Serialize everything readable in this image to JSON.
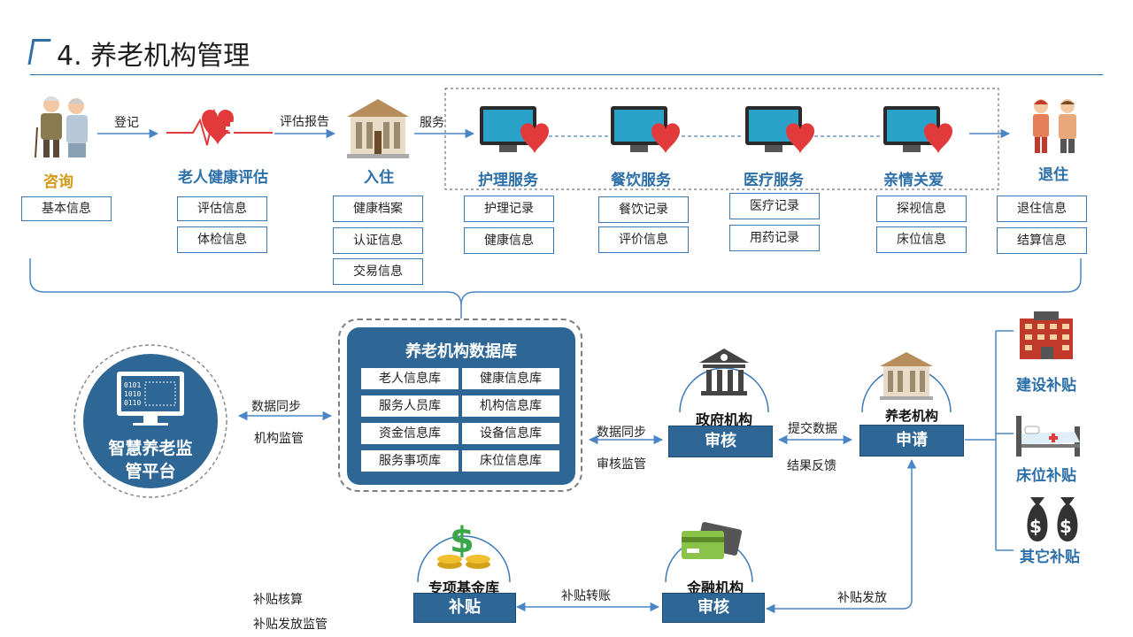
{
  "title": "4. 养老机构管理",
  "flow": {
    "stages": [
      {
        "label": "咨询",
        "boxes": [
          "基本信息"
        ]
      },
      {
        "label": "老人健康评估",
        "boxes": [
          "评估信息",
          "体检信息"
        ]
      },
      {
        "label": "入住",
        "boxes": [
          "健康档案",
          "认证信息",
          "交易信息"
        ]
      },
      {
        "label": "护理服务",
        "boxes": [
          "护理记录",
          "健康信息"
        ]
      },
      {
        "label": "餐饮服务",
        "boxes": [
          "餐饮记录",
          "评价信息"
        ]
      },
      {
        "label": "医疗服务",
        "boxes": [
          "医疗记录",
          "用药记录"
        ]
      },
      {
        "label": "亲情关爱",
        "boxes": [
          "探视信息",
          "床位信息"
        ]
      },
      {
        "label": "退住",
        "boxes": [
          "退住信息",
          "结算信息"
        ]
      }
    ],
    "arrows": [
      "登记",
      "评估报告",
      "服务"
    ]
  },
  "platform": {
    "line1": "智慧养老监",
    "line2": "管平台"
  },
  "left_link": {
    "top": "数据同步",
    "bottom": "机构监管"
  },
  "database": {
    "title": "养老机构数据库",
    "cells": [
      "老人信息库",
      "健康信息库",
      "服务人员库",
      "机构信息库",
      "资金信息库",
      "设备信息库",
      "服务事项库",
      "床位信息库"
    ]
  },
  "mid_link": {
    "top": "数据同步",
    "bottom": "审核监管"
  },
  "government": {
    "name": "政府机构",
    "action": "审核"
  },
  "gov_link": {
    "top": "提交数据",
    "bottom": "结果反馈"
  },
  "institution": {
    "name": "养老机构",
    "action": "申请"
  },
  "subsidies": [
    "建设补贴",
    "床位补贴",
    "其它补贴"
  ],
  "fund": {
    "name": "专项基金库",
    "action": "补贴"
  },
  "fund_notes": [
    "补贴核算",
    "补贴发放监管"
  ],
  "transfer_label": "补贴转账",
  "finance": {
    "name": "金融机构",
    "action": "审核"
  },
  "issue_label": "补贴发放",
  "colors": {
    "accent": "#2c6fa8",
    "dark_blue": "#2e6796",
    "gold": "#d39a16",
    "heart": "#e23a3a"
  }
}
